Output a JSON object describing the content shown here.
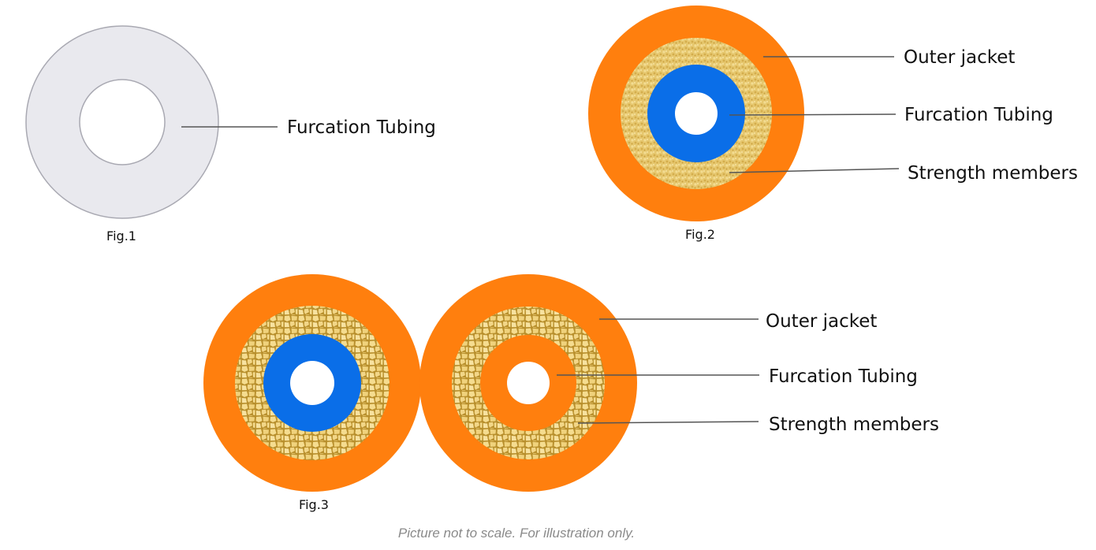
{
  "colors": {
    "jacket": "#ff7f0e",
    "tubing_blue": "#0a6ee8",
    "tubing_plain": "#e9e9ee",
    "strength": "#e8c56a",
    "strength_cell": "#f5dc8f",
    "strength_edge": "#b88f2c"
  },
  "fig1": {
    "caption": "Fig.1",
    "labels": {
      "tubing": "Furcation Tubing"
    }
  },
  "fig2": {
    "caption": "Fig.2",
    "labels": {
      "jacket": "Outer jacket",
      "tubing": "Furcation Tubing",
      "strength": "Strength members"
    }
  },
  "fig3": {
    "caption": "Fig.3",
    "labels": {
      "jacket": "Outer jacket",
      "tubing": "Furcation Tubing",
      "strength": "Strength members"
    }
  },
  "footnote": "Picture not to scale. For illustration only."
}
